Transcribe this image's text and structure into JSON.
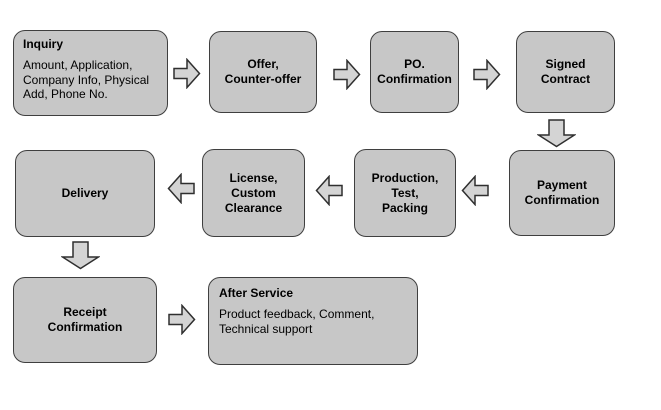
{
  "colors": {
    "background": "#ffffff",
    "node_fill": "#c7c7c7",
    "node_border": "#3f3f3f",
    "arrow_fill": "#d4d4d4",
    "arrow_border": "#2f2f2f",
    "text": "#000000"
  },
  "flowchart": {
    "nodes": [
      {
        "id": "inquiry",
        "title": "Inquiry",
        "body": "Amount, Application,\nCompany Info, Physical\nAdd, Phone No."
      },
      {
        "id": "offer-counter-offer",
        "label": "Offer,\nCounter-offer"
      },
      {
        "id": "po-confirmation",
        "label": "PO.\nConfirmation"
      },
      {
        "id": "signed-contract",
        "label": "Signed\nContract"
      },
      {
        "id": "payment-confirmation",
        "label": "Payment\nConfirmation"
      },
      {
        "id": "production-test-packing",
        "label": "Production,\nTest,\nPacking"
      },
      {
        "id": "license-custom-clearance",
        "label": "License,\nCustom\nClearance"
      },
      {
        "id": "delivery",
        "label": "Delivery"
      },
      {
        "id": "receipt-confirmation",
        "label": "Receipt\nConfirmation"
      },
      {
        "id": "after-service",
        "title": "After Service",
        "body": "Product feedback, Comment,\nTechnical support"
      }
    ],
    "edges": [
      {
        "from": "inquiry",
        "to": "offer-counter-offer",
        "direction": "right"
      },
      {
        "from": "offer-counter-offer",
        "to": "po-confirmation",
        "direction": "right"
      },
      {
        "from": "po-confirmation",
        "to": "signed-contract",
        "direction": "right"
      },
      {
        "from": "signed-contract",
        "to": "payment-confirmation",
        "direction": "down"
      },
      {
        "from": "payment-confirmation",
        "to": "production-test-packing",
        "direction": "left"
      },
      {
        "from": "production-test-packing",
        "to": "license-custom-clearance",
        "direction": "left"
      },
      {
        "from": "license-custom-clearance",
        "to": "delivery",
        "direction": "left"
      },
      {
        "from": "delivery",
        "to": "receipt-confirmation",
        "direction": "down"
      },
      {
        "from": "receipt-confirmation",
        "to": "after-service",
        "direction": "right"
      }
    ]
  }
}
